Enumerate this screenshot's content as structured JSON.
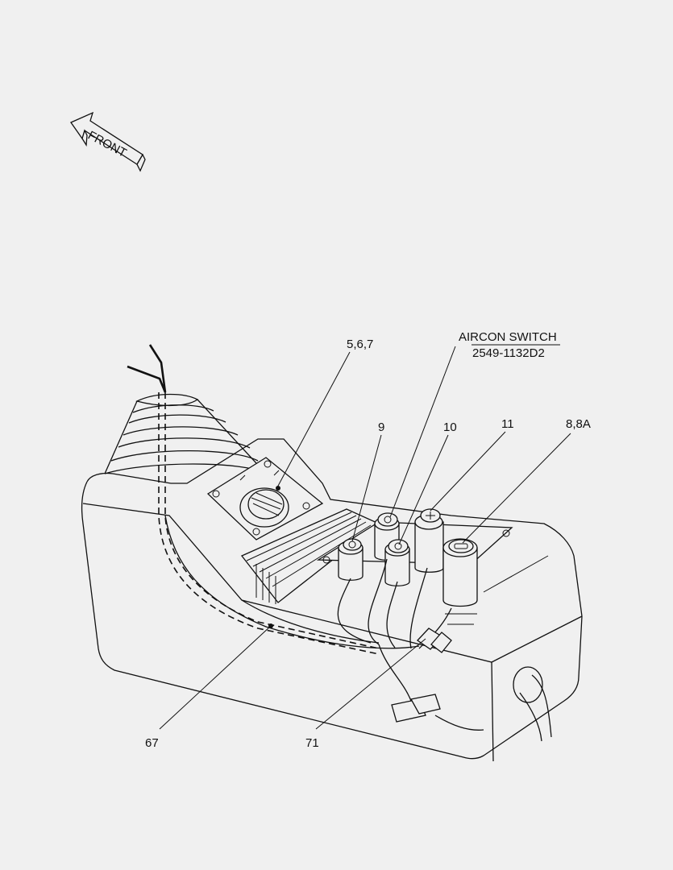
{
  "front_arrow": {
    "label": "FRONT"
  },
  "callouts": {
    "c567": "5,6,7",
    "aircon_title": "AIRCON SWITCH",
    "aircon_part": "2549-1132D2",
    "c9": "9",
    "c10": "10",
    "c11": "11",
    "c8": "8,8A",
    "c67": "67",
    "c71": "71"
  }
}
